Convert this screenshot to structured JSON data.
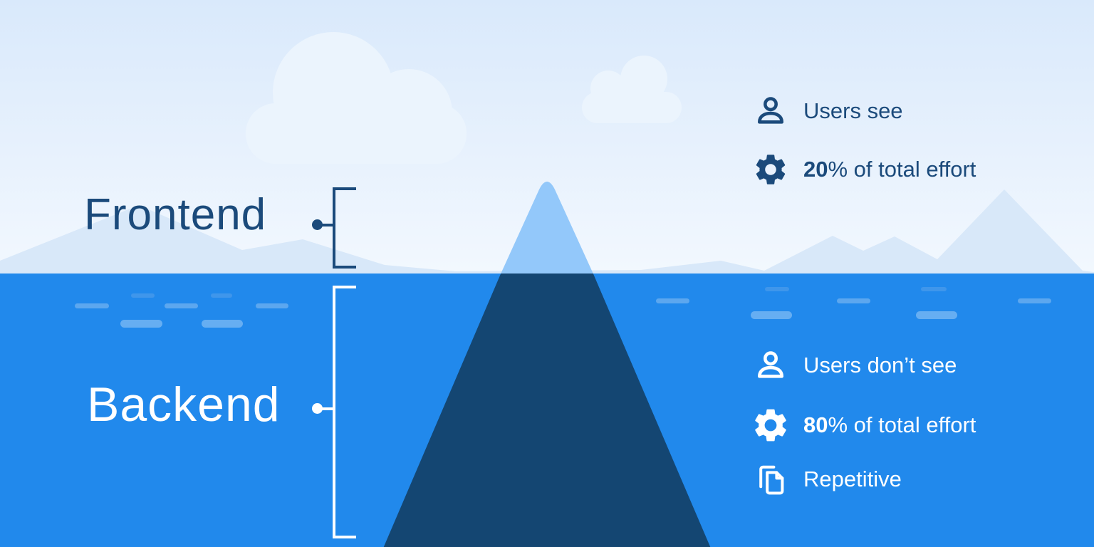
{
  "colors": {
    "sky_top": "#d9e9fb",
    "sky_bottom": "#f2f8fe",
    "water": "#2189ec",
    "iceberg_above_water": "#93c8fa",
    "iceberg_below_water": "#144672",
    "mountains": "#d8e8f9",
    "clouds": "#ebf4fd",
    "navy_text": "#1b4a7b",
    "white_text": "#ffffff"
  },
  "labels": {
    "frontend": "Frontend",
    "backend": "Backend"
  },
  "frontend_info": {
    "items": [
      {
        "icon": "user-icon",
        "bold": "",
        "text": "Users see"
      },
      {
        "icon": "gear-icon",
        "bold": "20",
        "text": "% of total effort"
      }
    ]
  },
  "backend_info": {
    "items": [
      {
        "icon": "user-icon",
        "bold": "",
        "text": "Users don’t see"
      },
      {
        "icon": "gear-icon",
        "bold": "80",
        "text": "% of total effort"
      },
      {
        "icon": "copy-icon",
        "bold": "",
        "text": "Repetitive"
      }
    ]
  }
}
